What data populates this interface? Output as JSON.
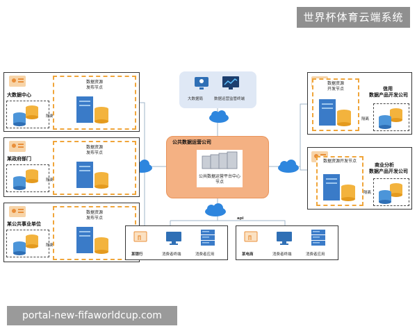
{
  "banner": {
    "text": "世界杯体育云端系统"
  },
  "watermark": {
    "url": "portal-new-fifaworldcup.com"
  },
  "top_node": {
    "item1": "大数据局",
    "item2": "数据运营监管终端"
  },
  "center_node": {
    "title": "公共数据运营公司",
    "inner_line1": "公共数据运营平台中心",
    "inner_line2": "节点"
  },
  "api_label": "api",
  "left_panels": [
    {
      "title": "大数据中心",
      "node_line1": "数据资源",
      "node_line2": "发布节点",
      "isolation": "隔离"
    },
    {
      "title": "某政府部门",
      "node_line1": "数据资源",
      "node_line2": "发布节点",
      "isolation": "隔离"
    },
    {
      "title": "某公共事业单位",
      "node_line1": "数据资源",
      "node_line2": "发布节点",
      "isolation": "隔离"
    }
  ],
  "right_panels": [
    {
      "title_line1": "信用",
      "title_line2": "数据产品开发公司",
      "node_line1": "数据资源",
      "node_line2": "开发节点",
      "isolation": "隔离"
    },
    {
      "title_line1": "商业分析",
      "title_line2": "数据产品开发公司",
      "node_line1": "数据资源开发节点",
      "node_line2": "",
      "isolation": "隔离"
    }
  ],
  "bottom_panels": [
    {
      "org": "某银行",
      "terminal": "消费者终端",
      "app": "消费者应用"
    },
    {
      "org": "某电商",
      "terminal": "消费者终端",
      "app": "消费者应用"
    }
  ],
  "colors": {
    "orange_box": "#f4b183",
    "orange_dash": "#f0a53a",
    "server_blue": "#3a7bc8",
    "cloud_blue": "#2e86de",
    "top_box": "#dfe8f5"
  }
}
